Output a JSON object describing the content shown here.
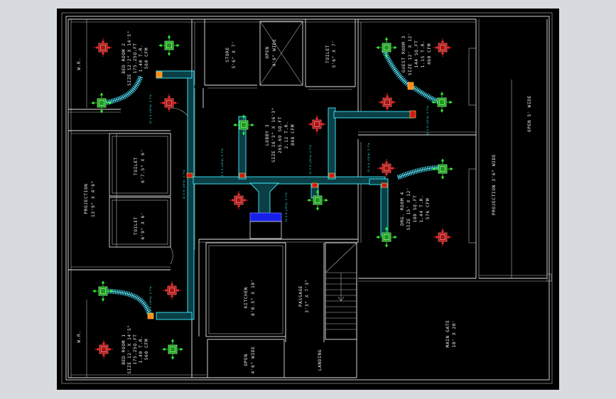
{
  "rooms": {
    "wr_top": "W.R.",
    "bed2": [
      "BED ROOM 2",
      "SIZE 12'2\" X 14'5\"",
      "175.25Q.FT",
      "1.40 T.R.",
      "560 CFM"
    ],
    "store": [
      "STORE",
      "5'6\" X 7'"
    ],
    "open_top": [
      "OPEN",
      "4'6\" WIDE"
    ],
    "toilet_top": [
      "TOILET",
      "5'6\" X 7'"
    ],
    "guest3": [
      "GUEST ROOM 3",
      "SIZE 12' X 12'",
      "144 SQ.FT",
      "1.15 T.R.",
      "460 CFM"
    ],
    "lobby": [
      "LOBBY 3",
      "SIZE 16'3\" X 16'3\"",
      "265.69 SQ.FT",
      "2.12 T.R.",
      "848 CFM"
    ],
    "toilet_a": [
      "TOILET",
      "6'7.5\" X 6'"
    ],
    "toilet_b": [
      "TOILET",
      "6'9\" X 6'"
    ],
    "projection_left": [
      "PROJECTION",
      "13'9\" X 4'6\""
    ],
    "open_right": "OPEN 5' WIDE",
    "projection_right": "PROJECTION 3'6\" WIDE",
    "drg4": [
      "DRG. ROOM 4",
      "SIZE 15' X 12'",
      "180 SQ.FT",
      "1.44 T.R.",
      "576 CFM"
    ],
    "kitchen": [
      "KITCHEN",
      "8'0.5\" X 10'"
    ],
    "passage": [
      "PASSAGE",
      "3'3\" X 7'3\""
    ],
    "wr_bottom": "W.R.",
    "bed1": [
      "BED ROOM 1",
      "SIZE 12' X 14'5\"",
      "175.25Q.FT",
      "1.40 T.R.",
      "560 CFM"
    ],
    "open_bottom": [
      "OPEN",
      "4'6\" WIDE"
    ],
    "landing": "LANDING",
    "main_gate": [
      "MAIN GATE",
      "10' X 20'"
    ]
  },
  "duct_labels": [
    "12 X 8 (15\"ø) 2.7\"ø",
    "12 X 8 (15\"ø) 2.7\"ø"
  ],
  "colors": {
    "background": "#000000",
    "viewport_frame": "#d7dadf",
    "walls": "#e6e6e6",
    "duct_outline": "#3ef0ff",
    "diffuser_supply": "#2bd62b",
    "diffuser_return": "#e82a2a",
    "arrow_supply": "#32ff32",
    "arrow_return": "#ff2a2a",
    "ahu_blue": "#1620e8",
    "flex_duct": "#46e6ff"
  },
  "icons": {
    "supply_diffuser": "green-square-diffuser-icon",
    "return_grille": "red-square-grille-icon",
    "ahu": "ahu-unit-icon"
  }
}
